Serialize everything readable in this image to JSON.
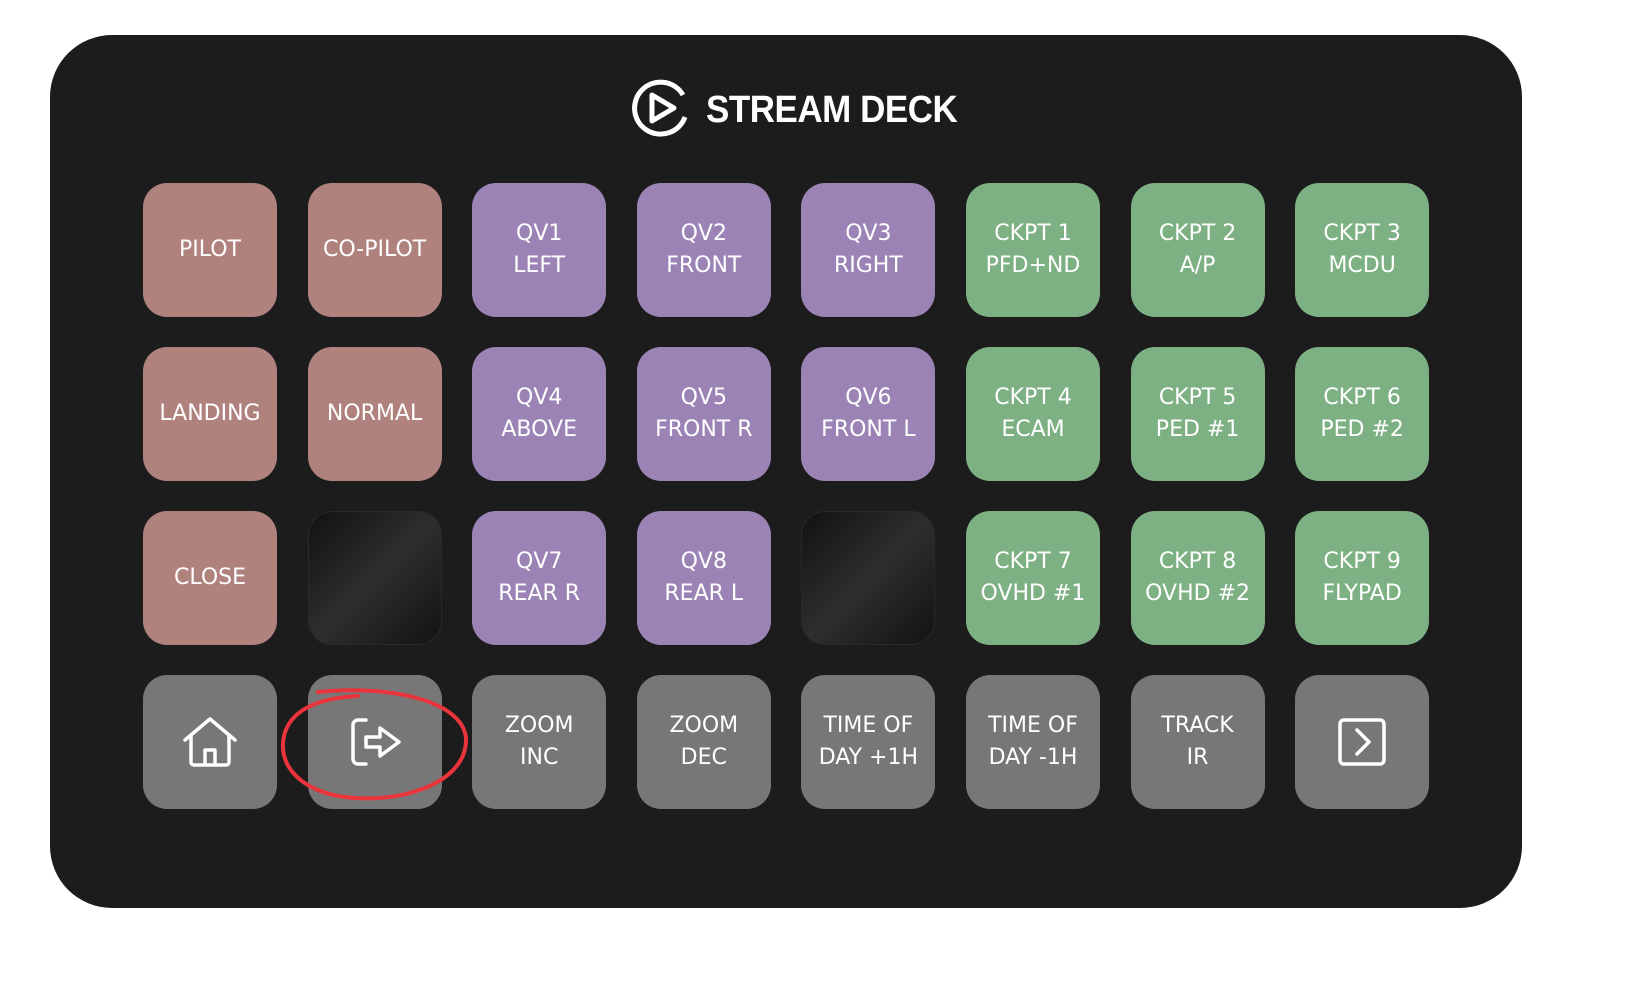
{
  "brand": {
    "name": "STREAM DECK"
  },
  "keys": [
    {
      "lines": [
        "PILOT"
      ],
      "color": "rose"
    },
    {
      "lines": [
        "CO-PILOT"
      ],
      "color": "rose"
    },
    {
      "lines": [
        "QV1",
        "LEFT"
      ],
      "color": "purple"
    },
    {
      "lines": [
        "QV2",
        "FRONT"
      ],
      "color": "purple"
    },
    {
      "lines": [
        "QV3",
        "RIGHT"
      ],
      "color": "purple"
    },
    {
      "lines": [
        "CKPT 1",
        "PFD+ND"
      ],
      "color": "green"
    },
    {
      "lines": [
        "CKPT 2",
        "A/P"
      ],
      "color": "green"
    },
    {
      "lines": [
        "CKPT 3",
        "MCDU"
      ],
      "color": "green"
    },
    {
      "lines": [
        "LANDING"
      ],
      "color": "rose"
    },
    {
      "lines": [
        "NORMAL"
      ],
      "color": "rose"
    },
    {
      "lines": [
        "QV4",
        "ABOVE"
      ],
      "color": "purple"
    },
    {
      "lines": [
        "QV5",
        "FRONT R"
      ],
      "color": "purple"
    },
    {
      "lines": [
        "QV6",
        "FRONT L"
      ],
      "color": "purple"
    },
    {
      "lines": [
        "CKPT 4",
        "ECAM"
      ],
      "color": "green"
    },
    {
      "lines": [
        "CKPT 5",
        "PED #1"
      ],
      "color": "green"
    },
    {
      "lines": [
        "CKPT 6",
        "PED #2"
      ],
      "color": "green"
    },
    {
      "lines": [
        "CLOSE"
      ],
      "color": "rose"
    },
    {
      "lines": [],
      "color": "blank"
    },
    {
      "lines": [
        "QV7",
        "REAR R"
      ],
      "color": "purple"
    },
    {
      "lines": [
        "QV8",
        "REAR L"
      ],
      "color": "purple"
    },
    {
      "lines": [],
      "color": "blank"
    },
    {
      "lines": [
        "CKPT 7",
        "OVHD #1"
      ],
      "color": "green"
    },
    {
      "lines": [
        "CKPT 8",
        "OVHD #2"
      ],
      "color": "green"
    },
    {
      "lines": [
        "CKPT 9",
        "FLYPAD"
      ],
      "color": "green"
    },
    {
      "lines": [],
      "color": "gray",
      "icon": "home-icon"
    },
    {
      "lines": [],
      "color": "gray",
      "icon": "exit-icon",
      "highlighted": true
    },
    {
      "lines": [
        "ZOOM",
        "INC"
      ],
      "color": "gray"
    },
    {
      "lines": [
        "ZOOM",
        "DEC"
      ],
      "color": "gray"
    },
    {
      "lines": [
        "TIME OF",
        "DAY +1H"
      ],
      "color": "gray"
    },
    {
      "lines": [
        "TIME OF",
        "DAY -1H"
      ],
      "color": "gray"
    },
    {
      "lines": [
        "TRACK",
        "IR"
      ],
      "color": "gray"
    },
    {
      "lines": [],
      "color": "gray",
      "icon": "next-page-icon"
    }
  ],
  "colors": {
    "rose": "#b0827e",
    "purple": "#9b84b5",
    "green": "#7db083",
    "gray": "#777777",
    "annotation": "#e8343a"
  }
}
